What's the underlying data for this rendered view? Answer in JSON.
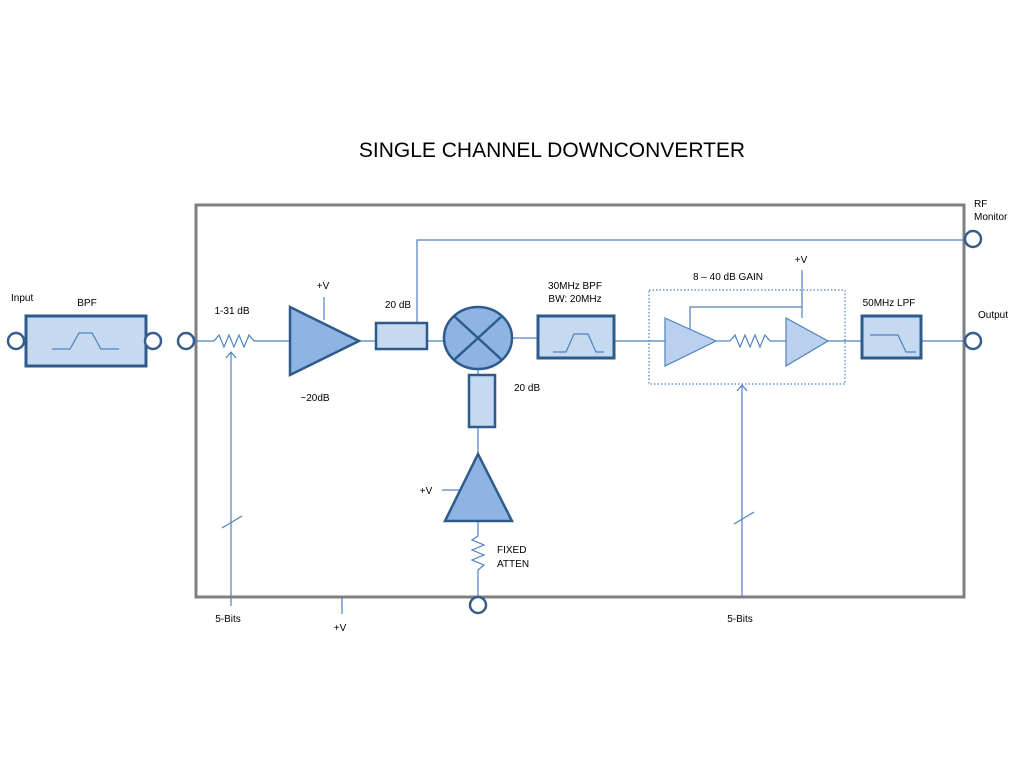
{
  "title": "SINGLE CHANNEL DOWNCONVERTER",
  "colors": {
    "wire": "#4f81bd",
    "block_stroke": "#2f5a8c",
    "block_fill": "#c5d9f1",
    "amp_fill": "#8eb4e3",
    "amp_light_fill": "#b9d1ee",
    "enclosure": "#808080",
    "port_stroke": "#385d8a"
  },
  "labels": {
    "input": "Input",
    "bpf": "BPF",
    "atten_range": "1-31 dB",
    "amp_supply": "+V",
    "amp_gain": "~20dB",
    "coupler_top": "20 dB",
    "coupler_lo": "20 dB",
    "lo_amp_supply": "+V",
    "fixed_atten_line1": "FIXED",
    "fixed_atten_line2": "ATTEN",
    "bpf30_line1": "30MHz BPF",
    "bpf30_line2": "BW: 20MHz",
    "vga_gain": "8 – 40 dB GAIN",
    "vga_supply": "+V",
    "lpf": "50MHz LPF",
    "rf_monitor_line1": "RF",
    "rf_monitor_line2": "Monitor",
    "output": "Output",
    "bits_left": "5-Bits",
    "bits_right": "5-Bits",
    "board_supply": "+V"
  }
}
